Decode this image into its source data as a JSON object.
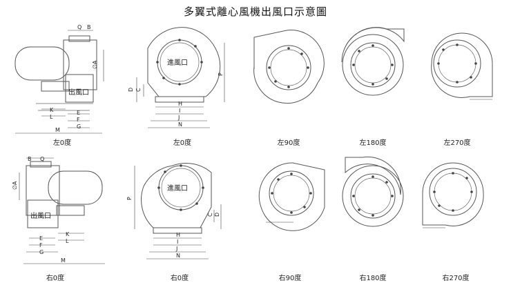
{
  "title": "多翼式離心風機出風口示意圖",
  "inlet_label": "進風口",
  "outlet_label": "出風口",
  "dim_letters": {
    "A": "∅A",
    "B": "B",
    "C": "C",
    "D": "D",
    "E": "E",
    "F": "F",
    "G": "G",
    "H": "H",
    "I": "I",
    "J": "J",
    "K": "K",
    "L": "L",
    "M": "M",
    "N": "N",
    "P": "P",
    "Q": "Q"
  },
  "captions": {
    "left_0_side": "左0度",
    "left_0": "左0度",
    "left_90": "左90度",
    "left_180": "左180度",
    "left_270": "左270度",
    "right_0_side": "右0度",
    "right_0": "右0度",
    "right_90": "右90度",
    "right_180": "右180度",
    "right_270": "右270度"
  }
}
